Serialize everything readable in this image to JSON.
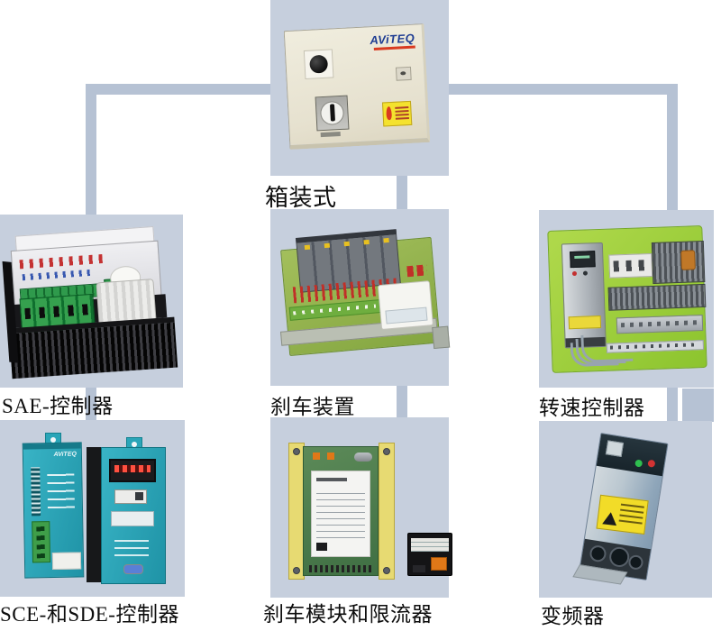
{
  "palette": {
    "background": "#ffffff",
    "panel": "#c6cfdd",
    "connector": "#b6c2d4",
    "label_text": "#0d0d0d",
    "brand_blue": "#1e3c92",
    "brand_red": "#d93a20",
    "teal_device": "#2aa5b8",
    "pcb_green": "#8cc42e",
    "warning_yellow": "#f2dc28"
  },
  "brand": {
    "logo_text": "AViTEQ"
  },
  "nodes": {
    "boxed": {
      "label": "箱装式"
    },
    "sae": {
      "label": "SAE-控制器"
    },
    "brake_unit": {
      "label": "刹车装置"
    },
    "speed_ctrl": {
      "label": "转速控制器"
    },
    "sce_sde": {
      "label": "SCE-和SDE-控制器"
    },
    "brake_module": {
      "label": "刹车模块和限流器"
    },
    "inverter": {
      "label": "变频器"
    }
  }
}
